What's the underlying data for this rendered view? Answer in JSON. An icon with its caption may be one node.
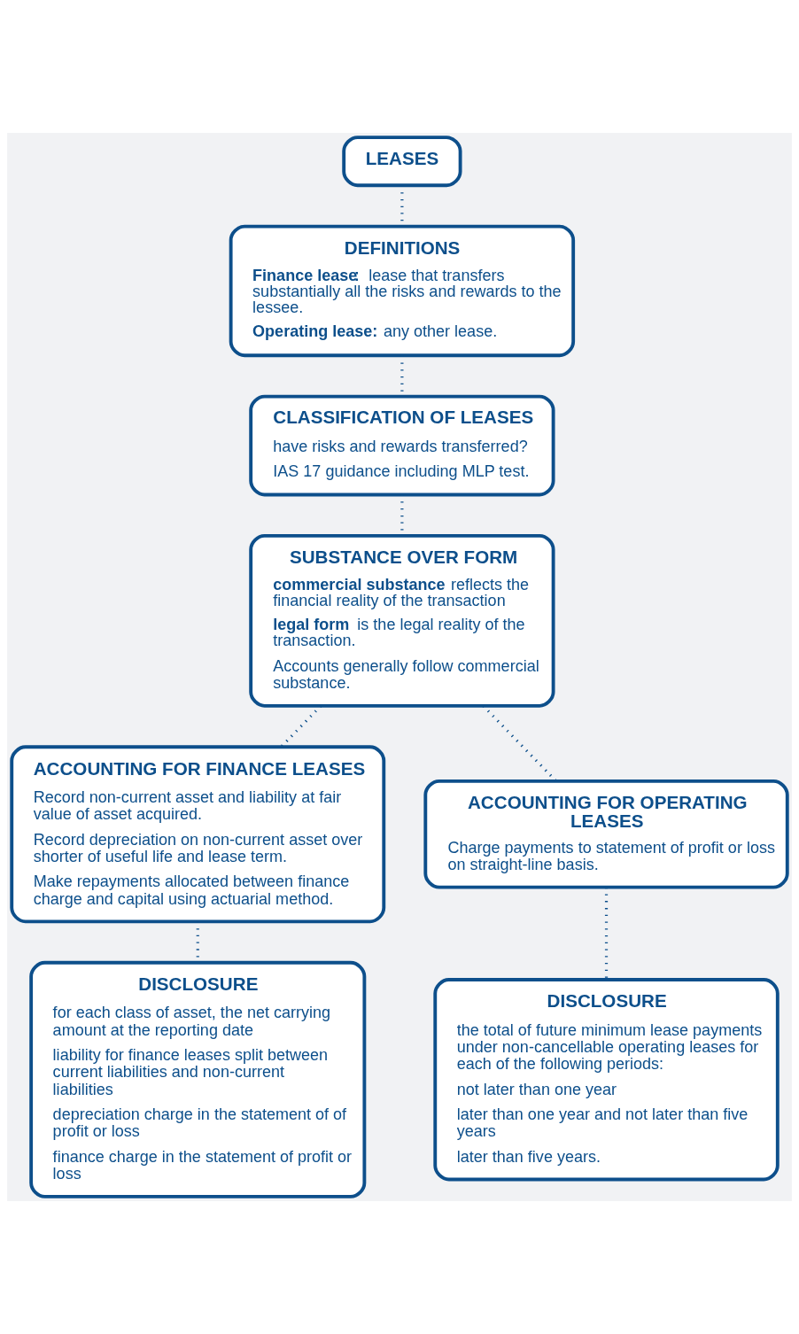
{
  "diagram": {
    "nodes": [
      {
        "text": [
          "LEASES"
        ]
      },
      {
        "text": [
          "DEFINITIONS",
          "**Finance lease**: lease that transfers substantially all the risks and rewards to the lessee.",
          "**Operating lease:** any other lease."
        ]
      },
      {
        "text": [
          "CLASSIFICATION OF LEASES",
          "have risks and rewards transferred?",
          "IAS 17 guidance including MLP test."
        ]
      },
      {
        "text": [
          "SUBSTANCE OVER FORM",
          "**commercial substance** reflects the financial reality of the transaction",
          "**legal form** is the legal reality of the transaction.",
          "Accounts generally follow commercial substance."
        ]
      },
      {
        "text": [
          "ACCOUNTING FOR FINANCE LEASES",
          "Record non-current asset and liability at fair value of asset acquired.",
          "Record depreciation on non-current asset over shorter of useful life and lease term.",
          "Make repayments allocated between finance charge and capital using actuarial method."
        ]
      },
      {
        "text": [
          "ACCOUNTING FOR OPERATING LEASES",
          "Charge payments to statement of profit or loss on straight-line basis."
        ]
      },
      {
        "text": [
          "DISCLOSURE",
          "for each class of asset, the net carrying amount at the reporting date",
          "liability for finance leases split between current liabilities and non-current liabilities",
          "depreciation charge in the statement of of profit or loss",
          "finance charge in the statement of profit or loss"
        ]
      },
      {
        "text": [
          "DISCLOSURE",
          "the total of future minimum lease payments under non-cancellable operating leases for each of the following periods:",
          "not later than one year",
          "later than one year and not later than five years",
          "later than five years."
        ]
      }
    ],
    "edges": [
      {
        "from": 0,
        "to": 1,
        "arrow": "none"
      },
      {
        "from": 1,
        "to": 2,
        "arrow": "none"
      },
      {
        "from": 2,
        "to": 3,
        "arrow": "none"
      },
      {
        "from": 3,
        "to": 4,
        "arrow": "none"
      },
      {
        "from": 3,
        "to": 5,
        "arrow": "none"
      },
      {
        "from": 4,
        "to": 6,
        "arrow": "none"
      },
      {
        "from": 5,
        "to": 7,
        "arrow": "none"
      }
    ]
  }
}
